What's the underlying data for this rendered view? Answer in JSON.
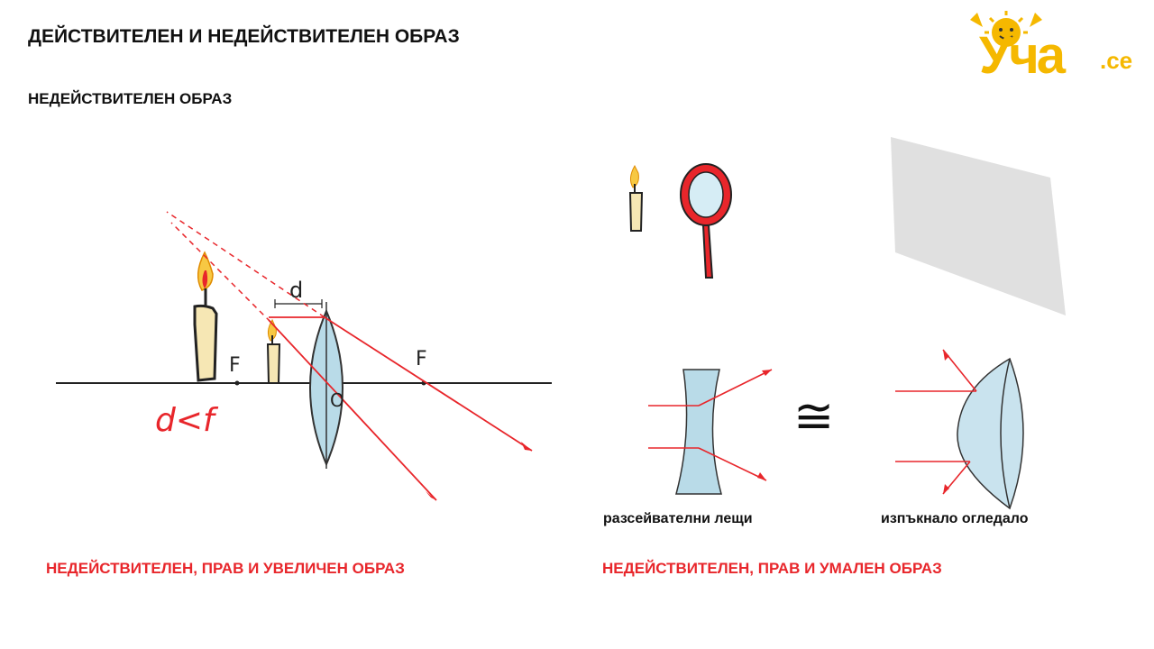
{
  "header": {
    "title": "ДЕЙСТВИТЕЛЕН И НЕДЕЙСТВИТЕЛЕН ОБРАЗ",
    "subtitle": "НЕДЕЙСТВИТЕЛЕН ОБРАЗ"
  },
  "logo": {
    "text": "Уча",
    "suffix": ".ce",
    "color": "#f5b800"
  },
  "left_diagram": {
    "focus_left_label": "F",
    "focus_right_label": "F",
    "center_label": "O",
    "distance_label": "d",
    "condition_label": "d<f",
    "caption": "НЕДЕЙСТВИТЕЛЕН, ПРАВ И УВЕЛИЧЕН ОБРАЗ"
  },
  "right_diagram": {
    "lens_label": "разсейвателни лещи",
    "mirror_label": "изпъкнало огледало",
    "equiv_symbol": "≅",
    "caption": "НЕДЕЙСТВИТЕЛЕН, ПРАВ И УМАЛЕН ОБРАЗ"
  },
  "colors": {
    "ray": "#e8262b",
    "lens": "#b9dbe8",
    "caption": "#e8262b"
  }
}
